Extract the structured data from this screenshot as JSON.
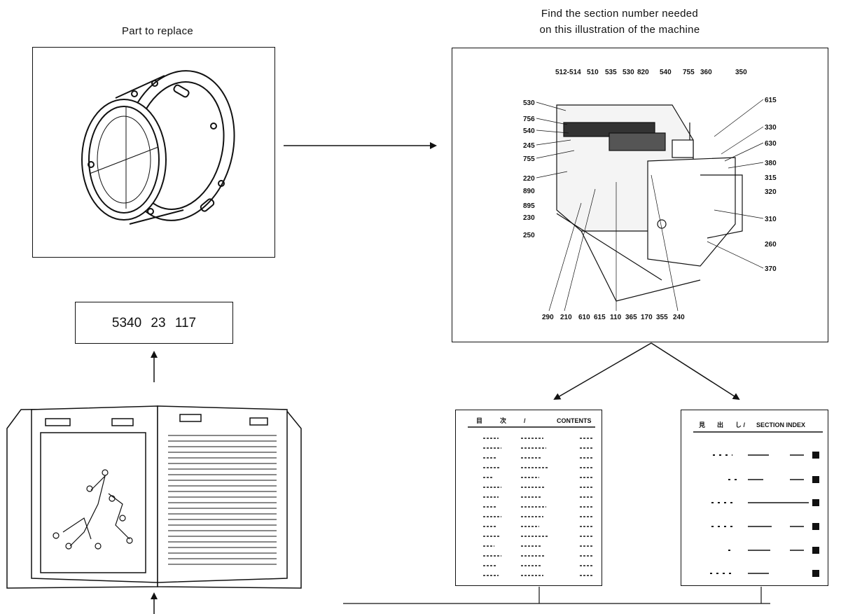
{
  "captions": {
    "part": "Part to replace",
    "find_line1": "Find the section number needed",
    "find_line2": "on this illustration of the machine"
  },
  "part_number": "5340   23   117",
  "machine_callouts": {
    "top": [
      "512-514",
      "510",
      "535",
      "530",
      "820",
      "540",
      "755",
      "360",
      "350"
    ],
    "left": [
      "530",
      "756",
      "540",
      "245",
      "755",
      "220",
      "890",
      "895",
      "230",
      "250"
    ],
    "right": [
      "615",
      "330",
      "630",
      "380",
      "315",
      "320",
      "310",
      "260",
      "370"
    ],
    "bottom": [
      "290",
      "210",
      "610",
      "615",
      "110",
      "365",
      "170",
      "355",
      "240"
    ]
  },
  "contents_doc": {
    "title_a": "目",
    "title_b": "次",
    "sep": "/",
    "title_en": "CONTENTS"
  },
  "index_doc": {
    "title_a": "見",
    "title_b": "出",
    "sep": "し /",
    "title_en": "SECTION INDEX"
  }
}
